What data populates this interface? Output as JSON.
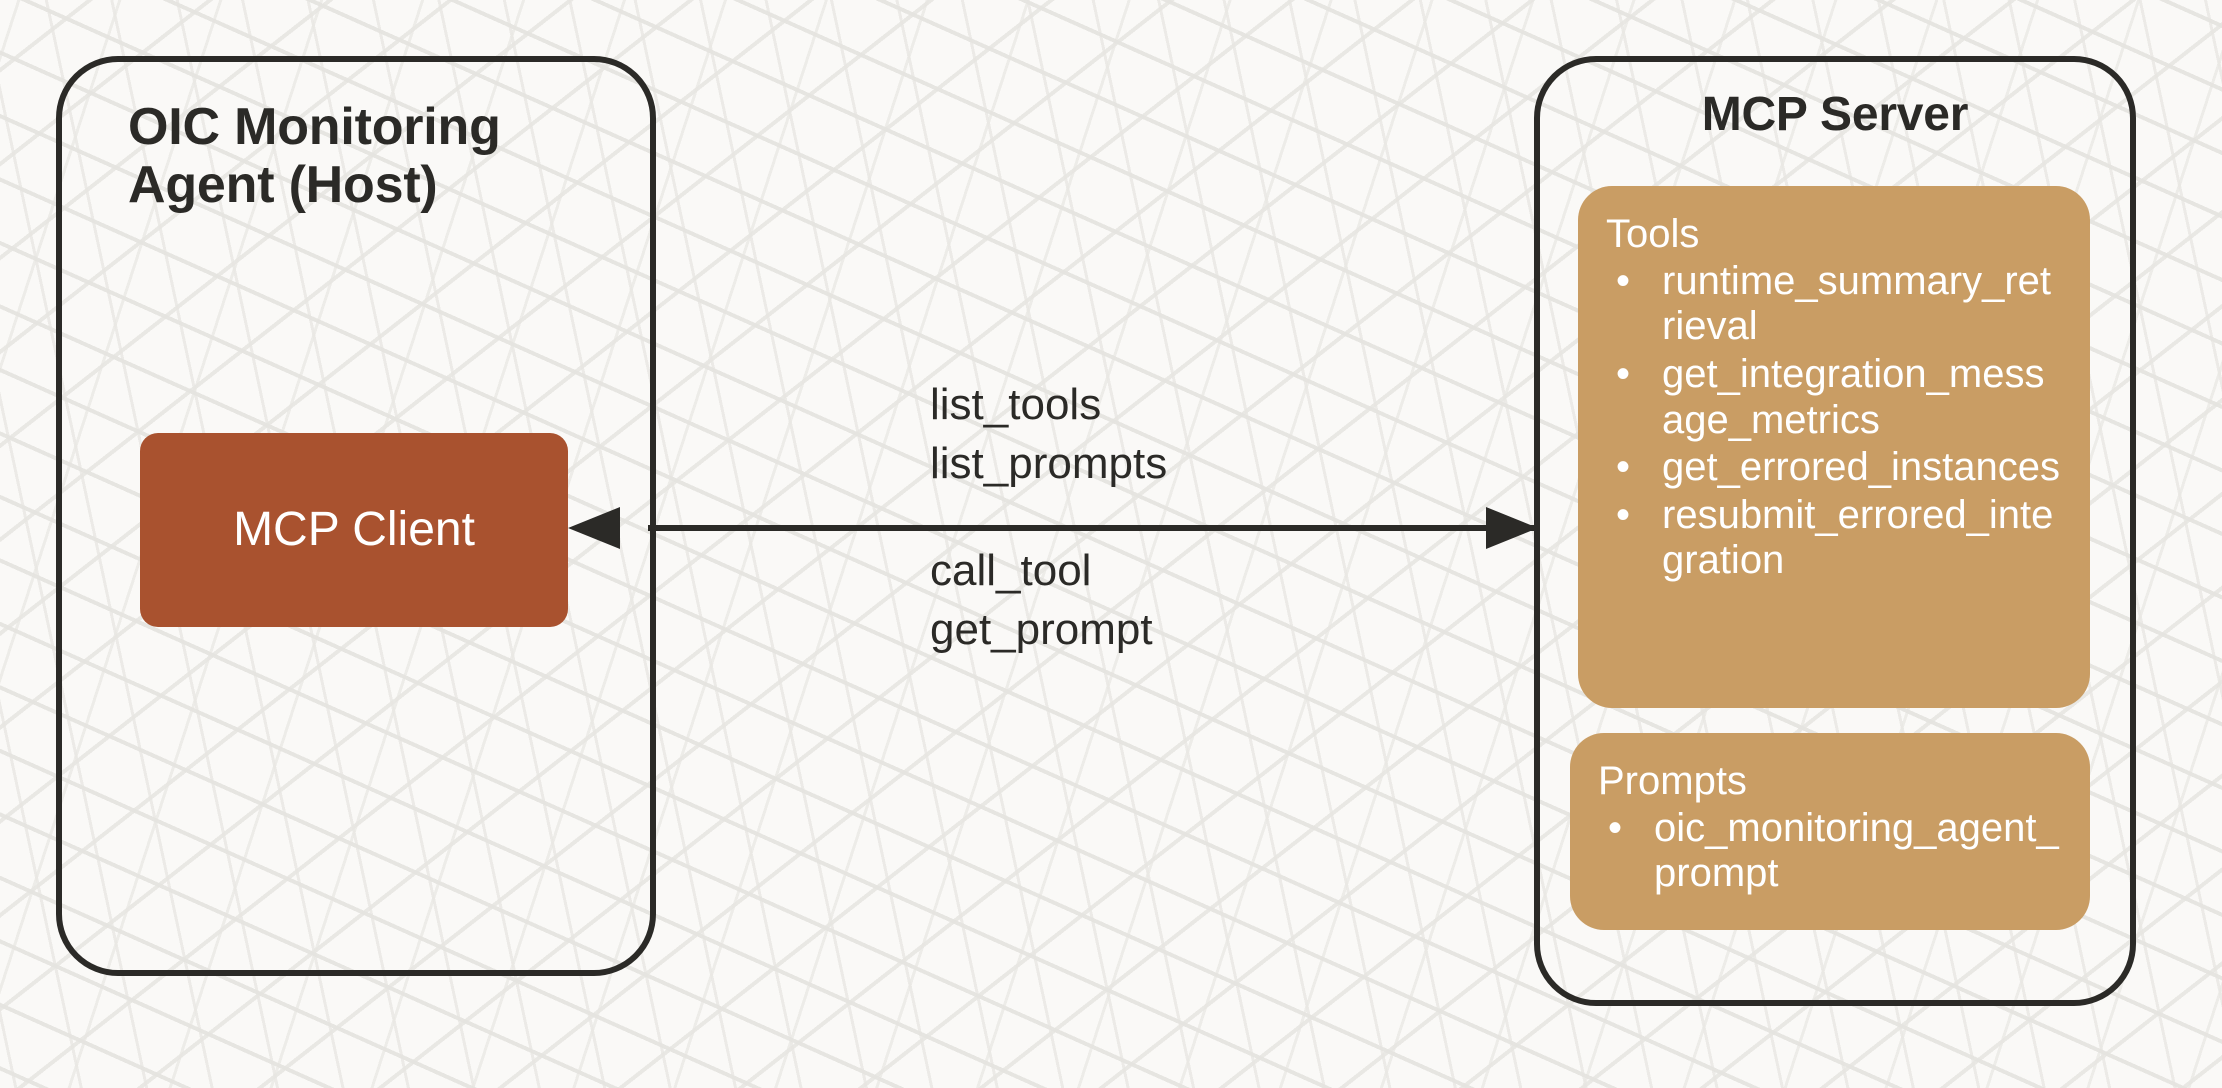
{
  "diagram": {
    "title_host": "OIC Monitoring Agent (Host)",
    "title_server": "MCP Server",
    "client_box_label": "MCP Client",
    "arrow": {
      "label_top": "list_tools\nlist_prompts",
      "label_bottom": "call_tool\nget_prompt",
      "direction": "bidirectional"
    },
    "tools": {
      "heading": "Tools",
      "bullet_glyph": "•",
      "items": [
        "runtime_summary_retrieval",
        "get_integration_message_metrics",
        "get_errored_instances",
        "resubmit_errored_integration"
      ]
    },
    "prompts": {
      "heading": "Prompts",
      "bullet_glyph": "•",
      "items": [
        "oic_monitoring_agent_prompt"
      ]
    },
    "colors": {
      "background": "#faf9f7",
      "panel_border": "#2b2a27",
      "client_box": "#a9522f",
      "capability_box": "#c99d64",
      "text_dark": "#2b2a27",
      "text_light": "#ffffff"
    }
  }
}
